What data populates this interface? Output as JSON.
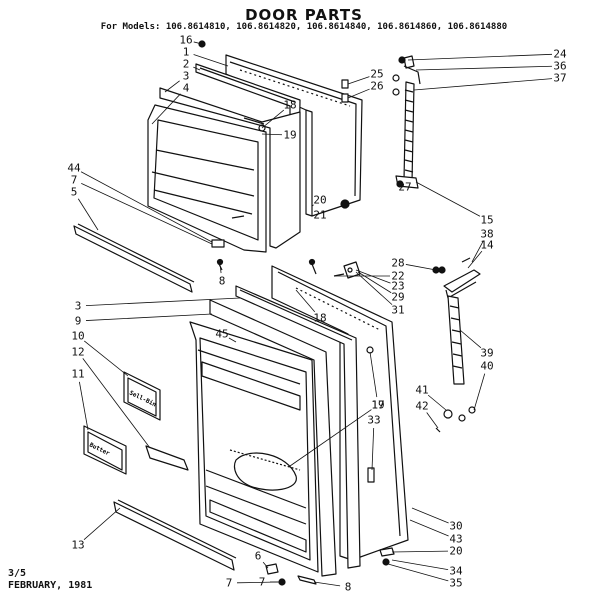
{
  "header": {
    "title": "DOOR PARTS",
    "models": "For Models: 106.8614810, 106.8614820, 106.8614840, 106.8614860, 106.8614880"
  },
  "footer": {
    "page_code": "3/5",
    "date": "FEBRUARY, 1981"
  },
  "bin_labels": {
    "sell_bin": "Sell-Bin",
    "butter": "Butter"
  },
  "callouts": [
    "16",
    "1",
    "2",
    "3",
    "4",
    "44",
    "7",
    "5",
    "8",
    "3",
    "9",
    "45",
    "10",
    "12",
    "11",
    "13",
    "6",
    "7",
    "18",
    "19",
    "20",
    "21",
    "18",
    "17",
    "19",
    "33",
    "29",
    "31",
    "23",
    "22",
    "28",
    "38",
    "14",
    "15",
    "27",
    "25",
    "26",
    "24",
    "36",
    "37",
    "39",
    "40",
    "41",
    "42",
    "30",
    "43",
    "20",
    "34",
    "35",
    "8",
    "7"
  ]
}
